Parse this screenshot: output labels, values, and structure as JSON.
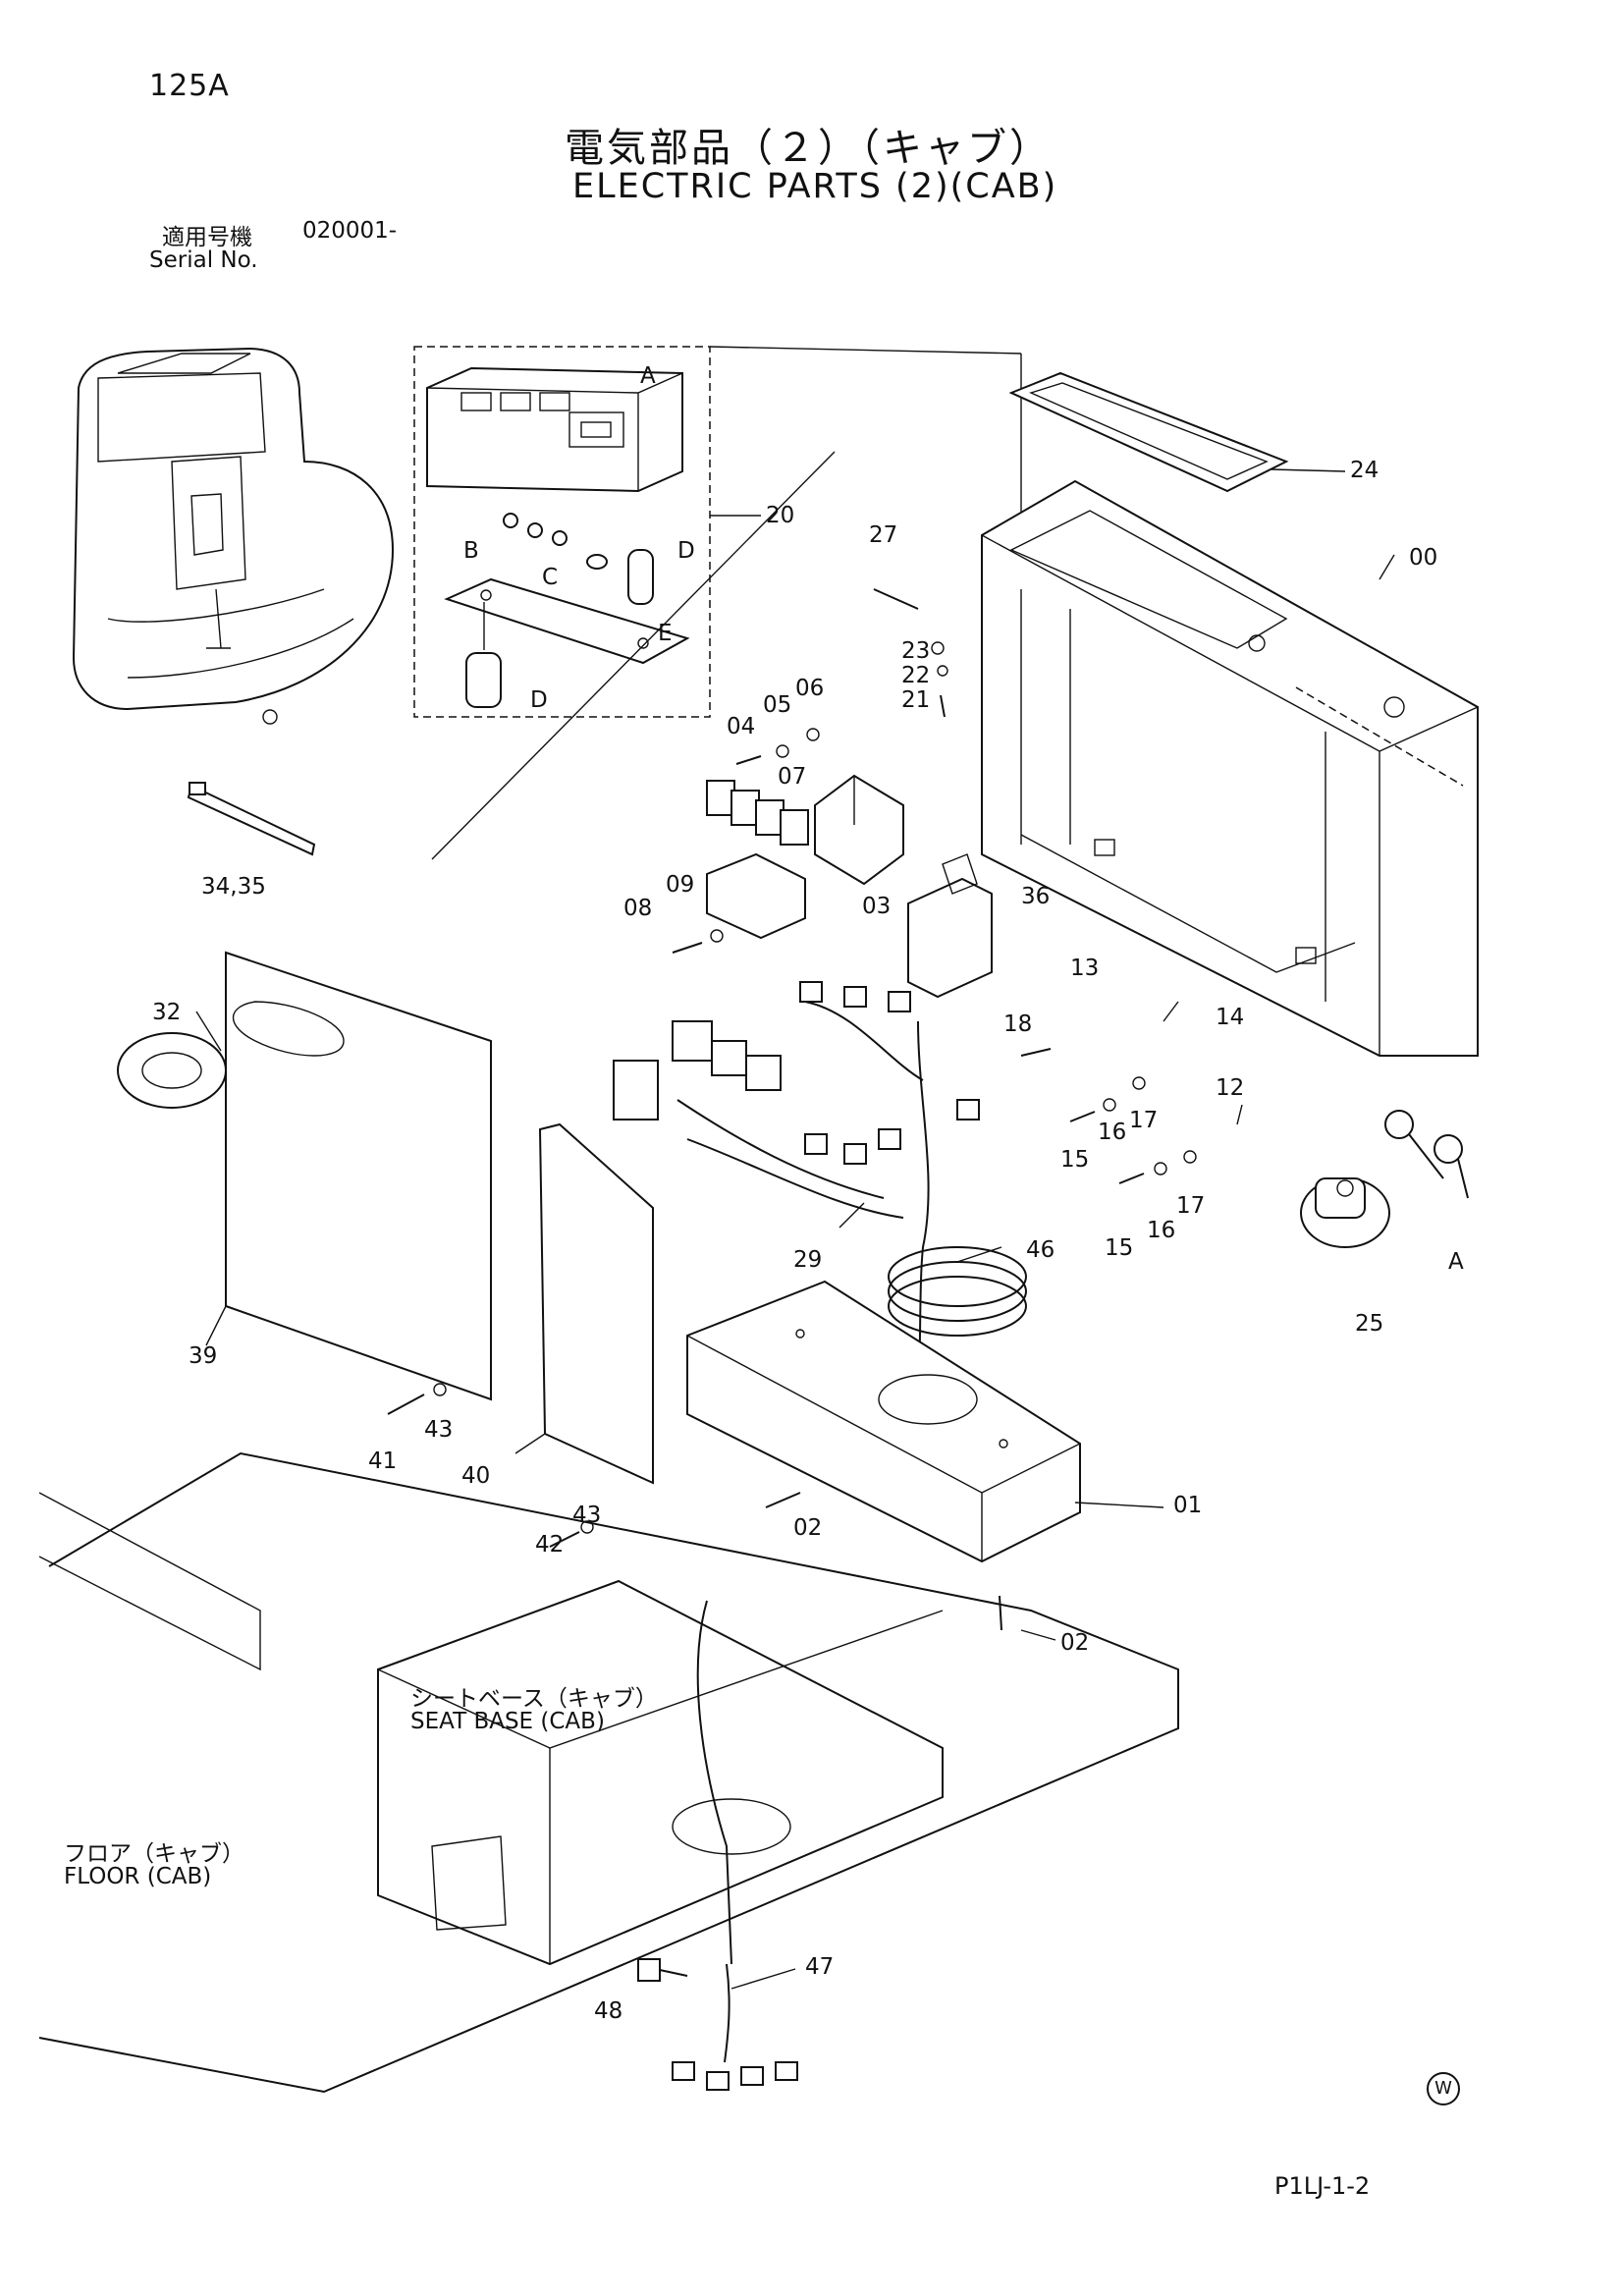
{
  "header": {
    "page_number": "125A",
    "title_jp": "電気部品（２）（キャブ）",
    "title_en": "ELECTRIC PARTS (2)(CAB)",
    "serial_label_jp": "適用号機",
    "serial_label_en": "Serial No.",
    "serial_value": "020001-"
  },
  "callouts": [
    "00",
    "01",
    "02",
    "02",
    "03",
    "04",
    "05",
    "06",
    "07",
    "08",
    "09",
    "12",
    "13",
    "14",
    "15",
    "15",
    "16",
    "16",
    "17",
    "17",
    "18",
    "20",
    "21",
    "22",
    "23",
    "24",
    "25",
    "27",
    "29",
    "32",
    "34,35",
    "36",
    "39",
    "40",
    "41",
    "42",
    "43",
    "43",
    "46",
    "47",
    "48",
    "A",
    "A",
    "B",
    "C",
    "D",
    "D",
    "E"
  ],
  "references": [
    {
      "jp": "シートベース（キャブ）",
      "en": "SEAT BASE (CAB)"
    },
    {
      "jp": "フロア（キャブ）",
      "en": "FLOOR (CAB)"
    }
  ],
  "footer": {
    "drawing_code": "P1LJ-1-2",
    "watermark_letter": "W"
  }
}
